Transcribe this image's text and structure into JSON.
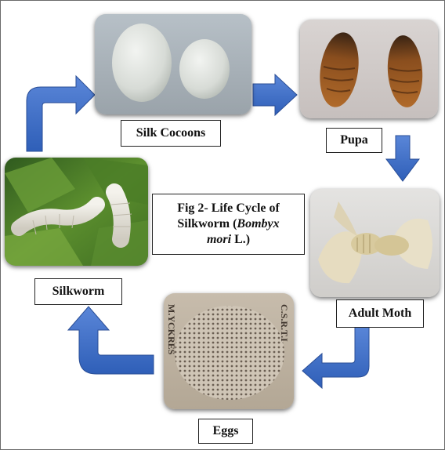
{
  "figure": {
    "caption_line1": "Fig 2- Life Cycle of",
    "caption_line2_pre": "Silkworm (",
    "caption_species_genus": "Bombyx",
    "caption_species_epithet": "mori",
    "caption_line3_post": " L.)"
  },
  "stages": {
    "cocoons": "Silk Cocoons",
    "pupa": "Pupa",
    "moth": "Adult Moth",
    "eggs": "Eggs",
    "silkworm": "Silkworm"
  },
  "egg_card_text": {
    "left": "M.YCKRES",
    "right": "C.S.R.T.I"
  },
  "colors": {
    "arrow_fill": "#3f6fc8",
    "arrow_stroke": "#2a4e96"
  }
}
